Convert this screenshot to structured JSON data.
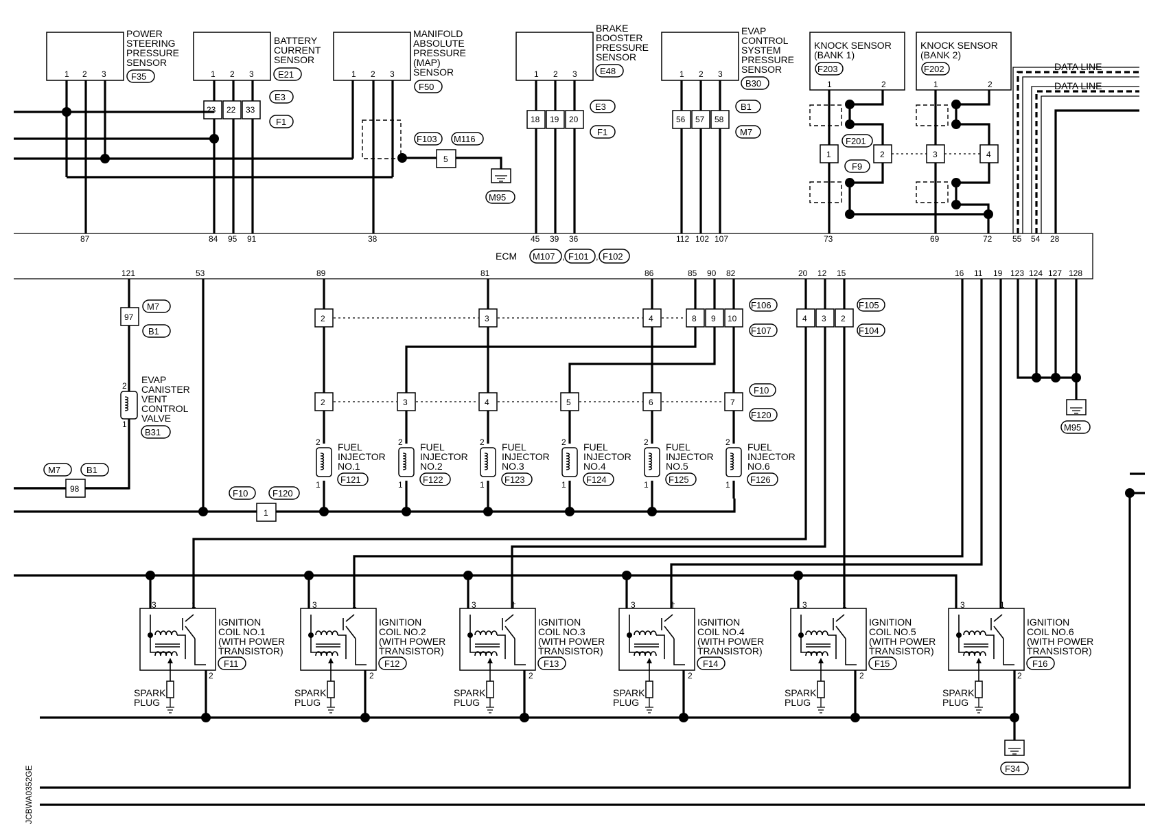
{
  "components": {
    "ps_sensor": [
      "POWER",
      "STEERING",
      "PRESSURE",
      "SENSOR"
    ],
    "battery_current": [
      "BATTERY",
      "CURRENT",
      "SENSOR"
    ],
    "map_sensor": [
      "MANIFOLD",
      "ABSOLUTE",
      "PRESSURE",
      "(MAP)",
      "SENSOR"
    ],
    "brake_booster": [
      "BRAKE",
      "BOOSTER",
      "PRESSURE",
      "SENSOR"
    ],
    "evap_pressure": [
      "EVAP",
      "CONTROL",
      "SYSTEM",
      "PRESSURE",
      "SENSOR"
    ],
    "knock1": [
      "KNOCK SENSOR",
      "(BANK 1)"
    ],
    "knock2": [
      "KNOCK SENSOR",
      "(BANK 2)"
    ],
    "evap_vent": [
      "EVAP",
      "CANISTER",
      "VENT",
      "CONTROL",
      "VALVE"
    ],
    "fuel_injectors": [
      [
        "FUEL",
        "INJECTOR",
        "NO.1"
      ],
      [
        "FUEL",
        "INJECTOR",
        "NO.2"
      ],
      [
        "FUEL",
        "INJECTOR",
        "NO.3"
      ],
      [
        "FUEL",
        "INJECTOR",
        "NO.4"
      ],
      [
        "FUEL",
        "INJECTOR",
        "NO.5"
      ],
      [
        "FUEL",
        "INJECTOR",
        "NO.6"
      ]
    ],
    "ignition_coils": [
      [
        "IGNITION",
        "COIL NO.1",
        "(WITH POWER",
        "TRANSISTOR)"
      ],
      [
        "IGNITION",
        "COIL NO.2",
        "(WITH POWER",
        "TRANSISTOR)"
      ],
      [
        "IGNITION",
        "COIL NO.3",
        "(WITH POWER",
        "TRANSISTOR)"
      ],
      [
        "IGNITION",
        "COIL NO.4",
        "(WITH POWER",
        "TRANSISTOR)"
      ],
      [
        "IGNITION",
        "COIL NO.5",
        "(WITH POWER",
        "TRANSISTOR)"
      ],
      [
        "IGNITION",
        "COIL NO.6",
        "(WITH POWER",
        "TRANSISTOR)"
      ]
    ],
    "spark_plug": [
      "SPARK",
      "PLUG"
    ]
  },
  "data_line": "DATA LINE",
  "ecm_label": "ECM",
  "ecm_connectors": [
    "M107",
    "F101",
    "F102"
  ],
  "ecm_pins_top": [
    "87",
    "84",
    "95",
    "91",
    "38",
    "45",
    "39",
    "36",
    "112",
    "102",
    "107",
    "73",
    "69",
    "72",
    "55",
    "54",
    "28"
  ],
  "ecm_pins_bottom": [
    "121",
    "53",
    "89",
    "81",
    "86",
    "85",
    "90",
    "82",
    "20",
    "12",
    "15",
    "16",
    "11",
    "19",
    "123",
    "124",
    "127",
    "128"
  ],
  "connector_codes": {
    "F35": "F35",
    "E21": "E21",
    "F50": "F50",
    "E48": "E48",
    "B30": "B30",
    "F203": "F203",
    "F202": "F202",
    "E3": "E3",
    "F1": "F1",
    "B1": "B1",
    "M7": "M7",
    "F103": "F103",
    "M116": "M116",
    "M95": "M95",
    "F201": "F201",
    "F9": "F9",
    "B31": "B31",
    "F10": "F10",
    "F120": "F120",
    "F106": "F106",
    "F107": "F107",
    "F105": "F105",
    "F104": "F104",
    "F34": "F34",
    "F121": "F121",
    "F122": "F122",
    "F123": "F123",
    "F124": "F124",
    "F125": "F125",
    "F126": "F126",
    "F11": "F11",
    "F12": "F12",
    "F13": "F13",
    "F14": "F14",
    "F15": "F15",
    "F16": "F16"
  },
  "pins": {
    "p1": "1",
    "p2": "2",
    "p3": "3",
    "p4": "4",
    "p5": "5",
    "p6": "6",
    "p7": "7",
    "p8": "8",
    "p9": "9",
    "p10": "10",
    "p18": "18",
    "p19": "19",
    "p20": "20",
    "p22": "22",
    "p23": "23",
    "p33": "33",
    "p56": "56",
    "p57": "57",
    "p58": "58",
    "p97": "97",
    "p98": "98",
    "pt": "†"
  },
  "figure_id": "JCBWA0352GE"
}
